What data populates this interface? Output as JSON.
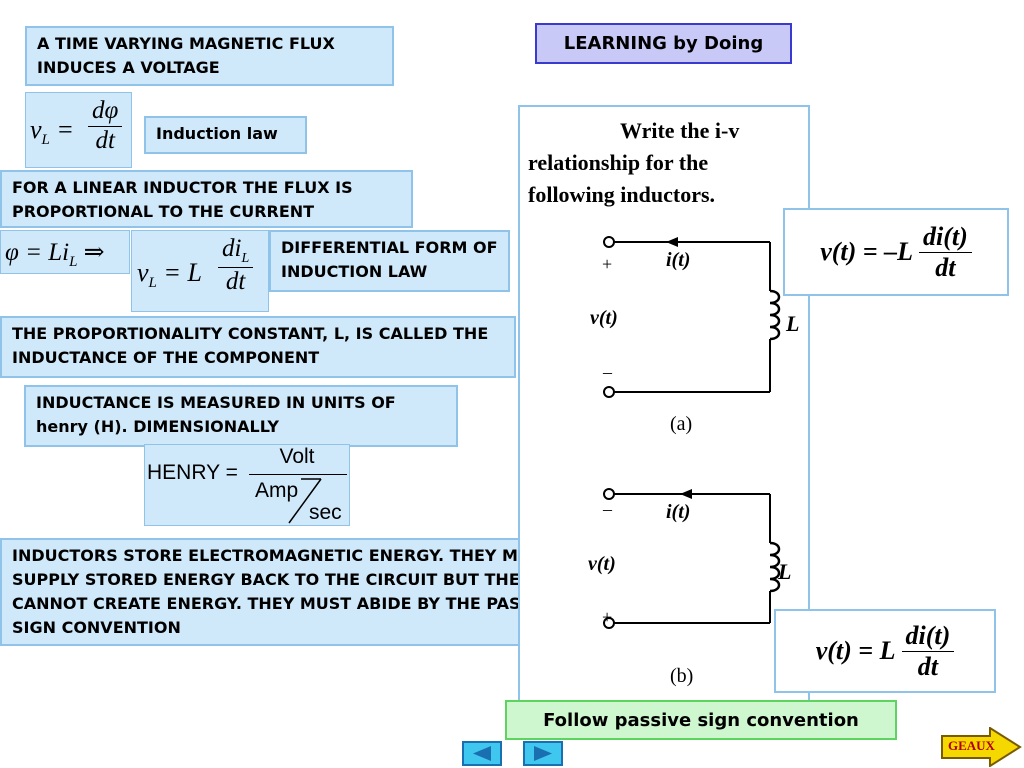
{
  "slide": {
    "boxes": {
      "flux_title": "A TIME VARYING MAGNETIC FLUX INDUCES A VOLTAGE",
      "induction_law": "Induction law",
      "linear_inductor": "FOR A LINEAR INDUCTOR THE FLUX IS PROPORTIONAL TO THE CURRENT",
      "differential_form": "DIFFERENTIAL FORM OF INDUCTION LAW",
      "proportionality": "THE PROPORTIONALITY CONSTANT, L, IS CALLED THE INDUCTANCE OF THE COMPONENT",
      "units": "INDUCTANCE IS MEASURED IN UNITS OF henry (H). DIMENSIONALLY",
      "energy": "INDUCTORS STORE ELECTROMAGNETIC  ENERGY. THEY MAY SUPPLY STORED ENERGY BACK TO THE CIRCUIT BUT THEY CANNOT CREATE ENERGY. THEY MUST ABIDE BY THE PASSIVE SIGN CONVENTION"
    },
    "equations": {
      "vL": "v",
      "vL_sub": "L",
      "dphi": "dφ",
      "dt": "dt",
      "phi_eq": "φ = Li",
      "phi_sub": "L",
      "implies": "⇒",
      "L": "L",
      "diL": "di",
      "diL_sub": "L",
      "henry": "HENRY",
      "volt": "Volt",
      "amp": "Amp",
      "sec": "sec"
    },
    "learning": "LEARNING by Doing",
    "panel": {
      "title_line1": "Write the i-v",
      "title_line2": "relationship for the",
      "title_line3": "following inductors.",
      "circuit_a": {
        "current": "i(t)",
        "voltage": "v(t)",
        "inductor": "L",
        "plus": "+",
        "minus": "–",
        "label": "(a)"
      },
      "circuit_b": {
        "current": "i(t)",
        "voltage": "v(t)",
        "inductor": "L",
        "plus": "+",
        "minus": "–",
        "label": "(b)"
      }
    },
    "answers": {
      "a": {
        "lhs": "v(t) = –L",
        "num": "di(t)",
        "den": "dt"
      },
      "b": {
        "lhs": "v(t) = L",
        "num": "di(t)",
        "den": "dt"
      }
    },
    "follow": "Follow passive sign convention",
    "nav": {
      "geaux": "GEAUX",
      "back_icon": "triangle-left",
      "forward_icon": "triangle-right"
    },
    "colors": {
      "box_fill": "#cfe9fb",
      "box_border": "#8fc3ea",
      "learn_fill": "#c9c9f7",
      "follow_fill": "#cff7cf",
      "nav_fill": "#3fc7ef",
      "geaux_fill": "#f5d800"
    }
  }
}
